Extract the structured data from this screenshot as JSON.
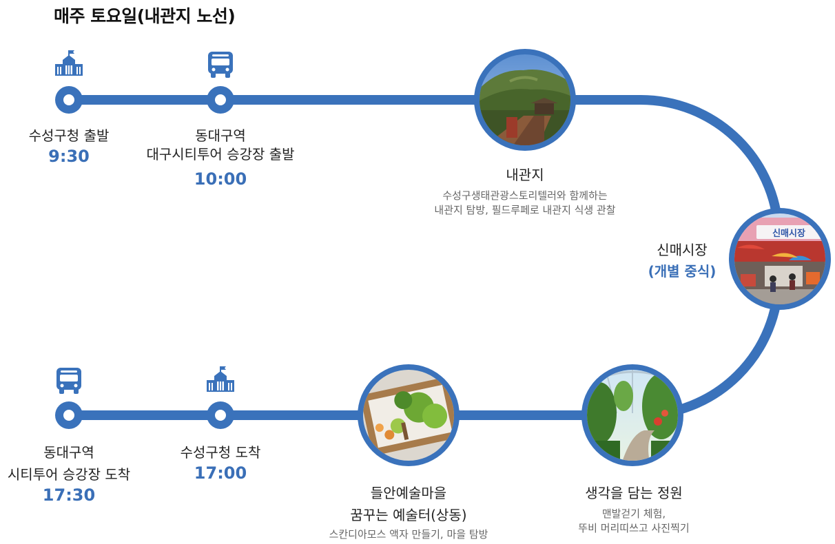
{
  "title": "매주 토요일(내관지 노선)",
  "colors": {
    "route": "#3a72bb",
    "time": "#3a6fb7",
    "name": "#222222",
    "sub": "#666666"
  },
  "stops": {
    "start_office": {
      "name": "수성구청 출발",
      "time": "9:30",
      "icon": "building-icon"
    },
    "start_station": {
      "name1": "동대구역",
      "name2": "대구시티투어 승강장 출발",
      "time": "10:00",
      "icon": "bus-icon"
    },
    "naegwanji": {
      "name": "내관지",
      "desc1": "수성구생태관광스토리텔러와 함께하는",
      "desc2": "내관지 탐방, 필드루페로 내관지 식생 관찰"
    },
    "sinmae": {
      "name": "신매시장",
      "note": "(개별 중식)",
      "sign": "신매시장"
    },
    "garden": {
      "name": "생각을 담는 정원",
      "desc1": "맨발걷기 체험,",
      "desc2": "뚜비 머리띠쓰고 사진찍기"
    },
    "village": {
      "name1": "들안예술마을",
      "name2": "꿈꾸는 예술터(상동)",
      "desc": "스칸디아모스 액자 만들기, 마을 탐방"
    },
    "end_office": {
      "name": "수성구청 도착",
      "time": "17:00",
      "icon": "building-icon"
    },
    "end_station": {
      "name1": "동대구역",
      "name2": "시티투어 승강장 도착",
      "time": "17:30",
      "icon": "bus-icon"
    }
  }
}
